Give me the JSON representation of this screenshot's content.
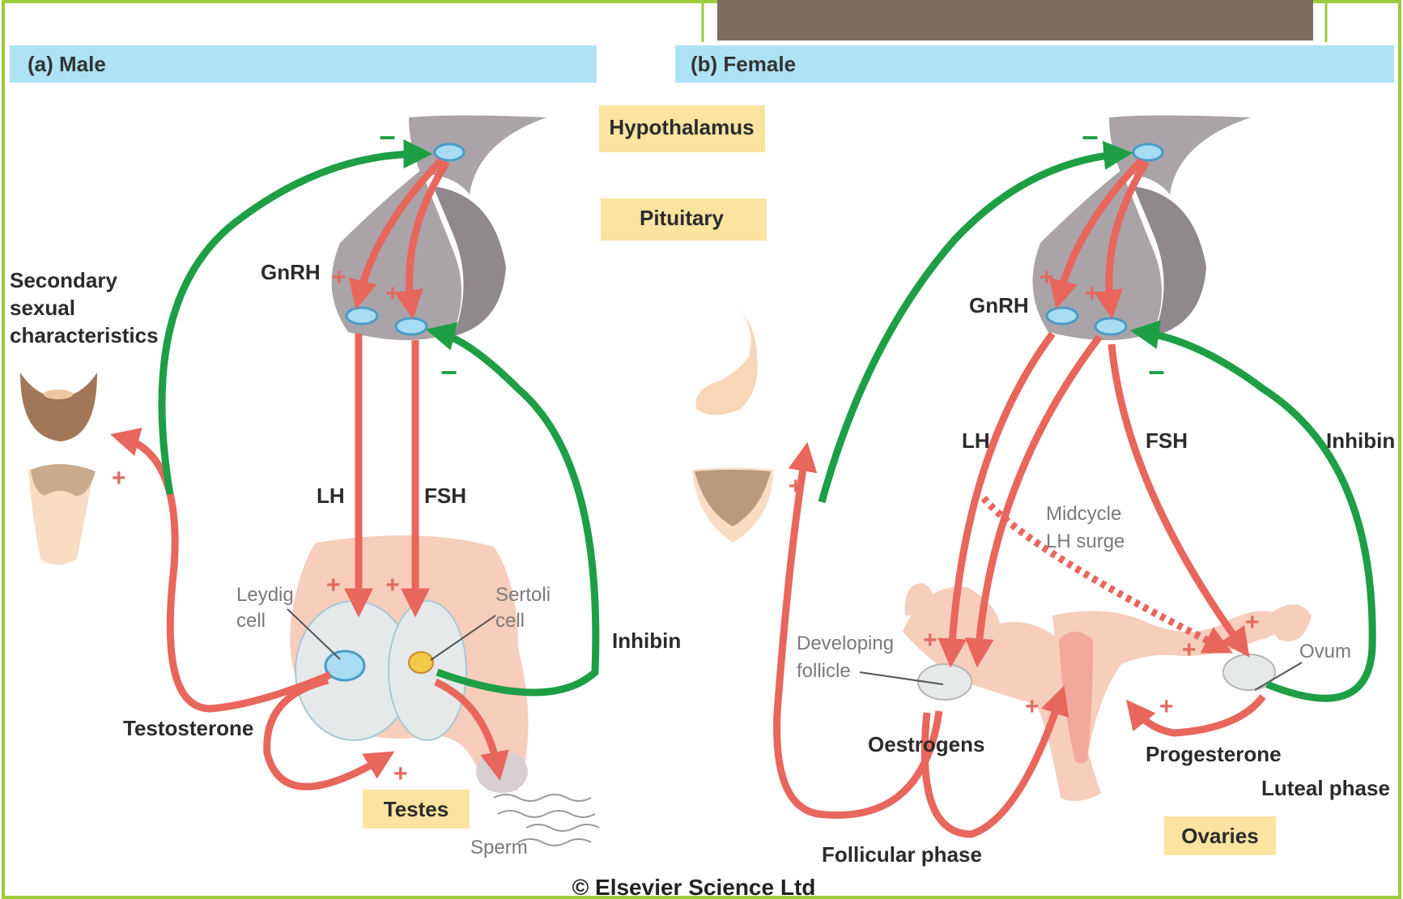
{
  "header_male": "(a) Male",
  "header_female": "(b) Female",
  "center_labels": {
    "hypothalamus": "Hypothalamus",
    "pituitary": "Pituitary"
  },
  "male": {
    "gnrh": "GnRH",
    "lh": "LH",
    "fsh": "FSH",
    "secondary_line1": "Secondary",
    "secondary_line2": "sexual",
    "secondary_line3": "characteristics",
    "leydig_line1": "Leydig",
    "leydig_line2": "cell",
    "sertoli_line1": "Sertoli",
    "sertoli_line2": "cell",
    "inhibin": "Inhibin",
    "testosterone": "Testosterone",
    "testes": "Testes",
    "sperm": "Sperm"
  },
  "female": {
    "gnrh": "GnRH",
    "lh": "LH",
    "fsh": "FSH",
    "inhibin": "Inhibin",
    "midcycle_line1": "Midcycle",
    "midcycle_line2": "LH surge",
    "developing_line1": "Developing",
    "developing_line2": "follicle",
    "ovum": "Ovum",
    "oestrogens": "Oestrogens",
    "progesterone": "Progesterone",
    "luteal": "Luteal phase",
    "follicular": "Follicular phase",
    "ovaries": "Ovaries"
  },
  "signs": {
    "plus": "+",
    "minus": "−"
  },
  "copyright": "© Elsevier Science Ltd",
  "colors": {
    "stimulate_arrow": "#e8665c",
    "inhibit_arrow": "#1e9e45",
    "header_band": "#aee3f6",
    "label_box": "#fbe3a0",
    "gland_gray": "#aaa4a8",
    "gland_dark": "#8f888c",
    "cell_blue": "#a8dcf2",
    "tissue_pink": "#f7cdbb",
    "frame_green": "#9ccc3c",
    "top_bar": "#7b6e5e"
  },
  "icons": [
    "beard-icon",
    "body-hair-icon",
    "breast-icon",
    "pubic-hair-icon",
    "sperm-icon"
  ]
}
